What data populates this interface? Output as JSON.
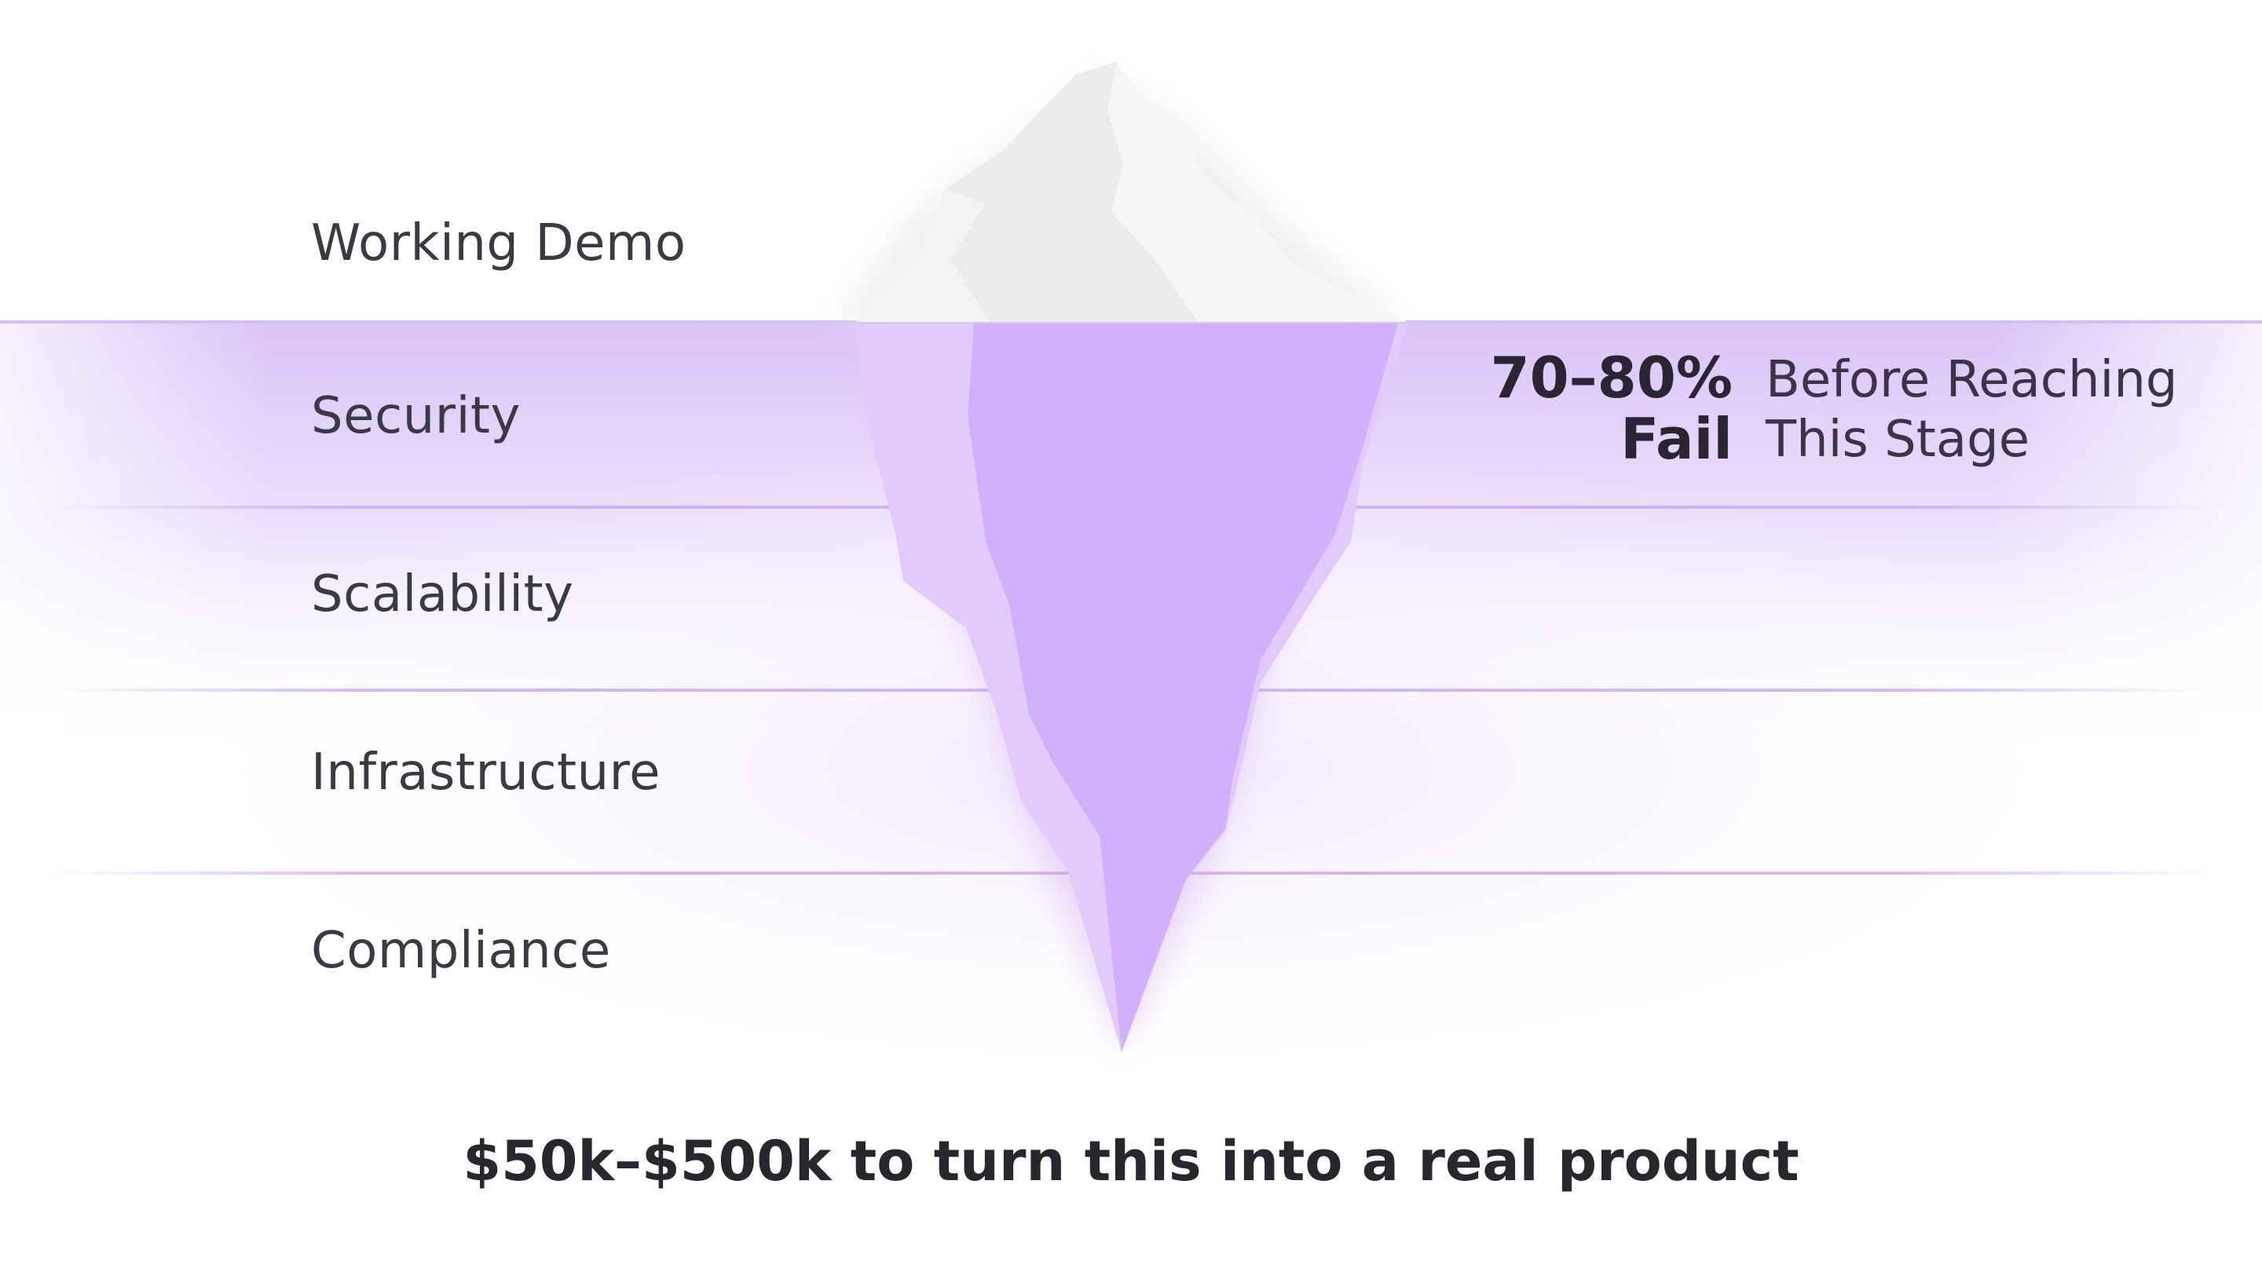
{
  "layers": [
    {
      "label": "Working Demo"
    },
    {
      "label": "Security"
    },
    {
      "label": "Scalability"
    },
    {
      "label": "Infrastructure"
    },
    {
      "label": "Compliance"
    }
  ],
  "stat": {
    "value_line1": "70–80%",
    "value_line2": "Fail",
    "caption_line1": "Before Reaching",
    "caption_line2": "This Stage"
  },
  "footer_text": "$50k–$500k to turn this into a real product",
  "colors": {
    "accent": "#d3b0fb",
    "accent_light": "#e3cafd",
    "band": "#dcc6f8",
    "divider": "#c9a6f0",
    "ice_top": "#ececec",
    "text": "#3a3a44"
  }
}
